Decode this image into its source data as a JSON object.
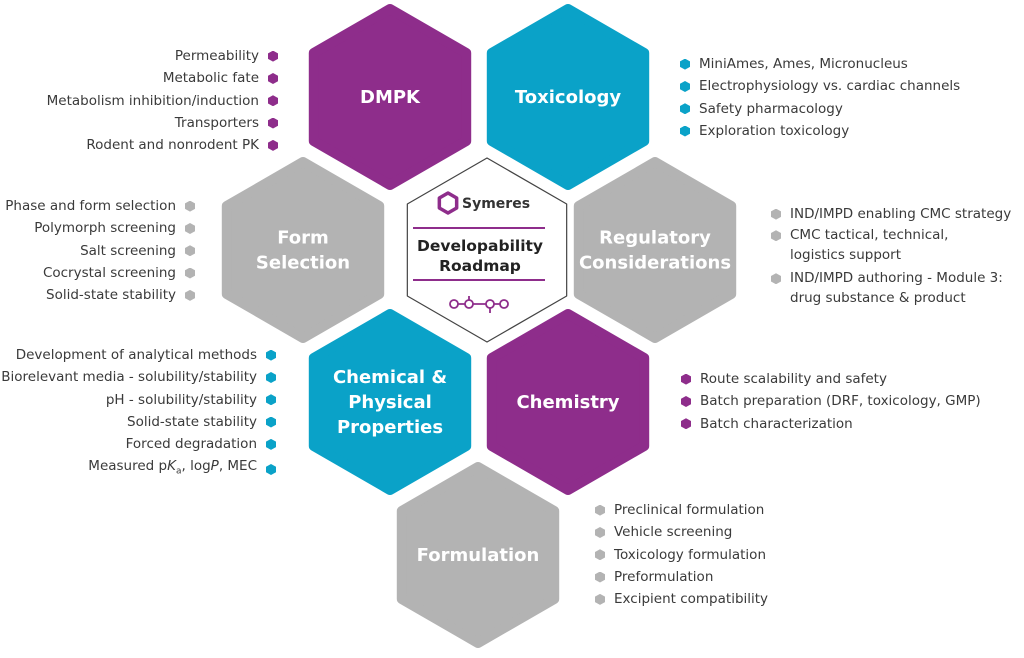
{
  "colors": {
    "purple": "#8e2d8b",
    "teal": "#0aa2c8",
    "gray": "#b3b3b3",
    "center_border": "#444444"
  },
  "center": {
    "brand": "Symeres",
    "title_line1": "Developability",
    "title_line2": "Roadmap"
  },
  "hexagons": {
    "dmpk": {
      "title": [
        "DMPK"
      ]
    },
    "toxicology": {
      "title": [
        "Toxicology"
      ]
    },
    "form_selection": {
      "title": [
        "Form",
        "Selection"
      ]
    },
    "regulatory": {
      "title": [
        "Regulatory",
        "Considerations"
      ]
    },
    "chem_phys": {
      "title": [
        "Chemical &",
        "Physical",
        "Properties"
      ]
    },
    "chemistry": {
      "title": [
        "Chemistry"
      ]
    },
    "formulation": {
      "title": [
        "Formulation"
      ]
    }
  },
  "lists": {
    "dmpk": [
      "Permeability",
      "Metabolic fate",
      "Metabolism inhibition/induction",
      "Transporters",
      "Rodent and nonrodent PK"
    ],
    "toxicology": [
      "MiniAmes, Ames, Micronucleus",
      "Electrophysiology vs. cardiac channels",
      "Safety pharmacology",
      "Exploration toxicology"
    ],
    "form_selection": [
      "Phase and form selection",
      "Polymorph screening",
      "Salt screening",
      "Cocrystal screening",
      "Solid-state stability"
    ],
    "regulatory": [
      [
        "IND/IMPD enabling CMC strategy"
      ],
      [
        "CMC tactical, technical,",
        "logistics support"
      ],
      [
        "IND/IMPD authoring - Module 3:",
        "drug substance & product"
      ]
    ],
    "chem_phys": [
      "Development of analytical methods",
      "Biorelevant media - solubility/stability",
      "pH - solubility/stability",
      "Solid-state stability",
      "Forced degradation"
    ],
    "chem_phys_last": {
      "a": "Measured p",
      "b": "K",
      "c": "a",
      "d": ", log",
      "e": "P",
      "f": ", MEC"
    },
    "chemistry": [
      "Route scalability and safety",
      "Batch preparation (DRF, toxicology, GMP)",
      "Batch characterization"
    ],
    "formulation": [
      "Preclinical formulation",
      "Vehicle screening",
      "Toxicology formulation",
      "Preformulation",
      "Excipient compatibility"
    ]
  }
}
